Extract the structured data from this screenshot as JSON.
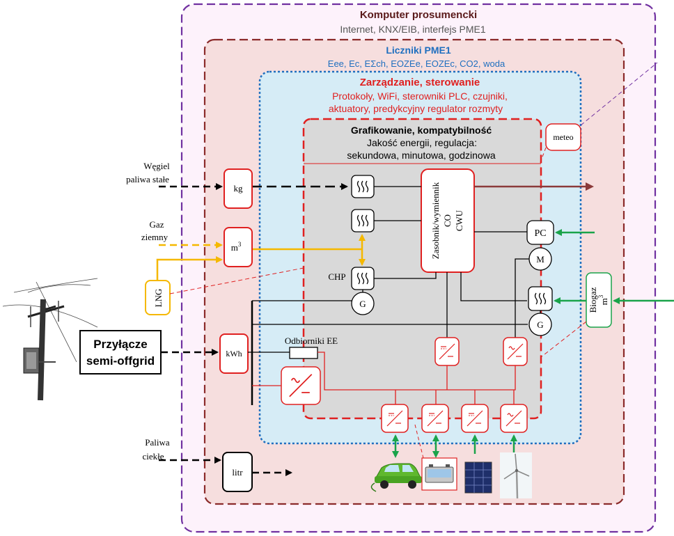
{
  "outer": {
    "title": "Komputer prosumencki",
    "subtitle": "Internet, KNX/EIB, interfejs PME1"
  },
  "meters": {
    "title": "Liczniki PME1",
    "subtitle": "Eee, Ec, EΣch, EOZEe, EOZEc, CO2, woda"
  },
  "management": {
    "title": "Zarządzanie, sterowanie",
    "line1": "Protokoły, WiFi, sterowniki PLC, czujniki,",
    "line2": "aktuatory, predykcyjny regulator rozmyty"
  },
  "graphing": {
    "title": "Grafikowanie, kompatybilność",
    "line1": "Jakość energii, regulacja:",
    "line2": "sekundowa, minutowa, godzinowa"
  },
  "labels": {
    "meteo": "meteo",
    "coal_1": "Węgiel",
    "coal_2": "paliwa stałe",
    "gas_1": "Gaz",
    "gas_2": "ziemny",
    "lng": "LNG",
    "grid_1": "Przyłącze",
    "grid_2": "semi-offgrid",
    "liquid_1": "Paliwa",
    "liquid_2": "ciekłe",
    "kg": "kg",
    "m3": "m",
    "m3_sup": "3",
    "kwh": "kWh",
    "litr": "litr",
    "chp": "CHP",
    "g": "G",
    "m": "M",
    "pc": "PC",
    "storage_1": "Zasobnik/wymiennik",
    "storage_2": "CO",
    "storage_3": "CWU",
    "receivers": "Odbiorniki EE",
    "biogas": "Biogaz",
    "biogas_m": "m",
    "biogas_sup": "3"
  },
  "colors": {
    "outer_border": "#7030a0",
    "meters_border": "#8b2a2a",
    "meters_title": "#1f6fbf",
    "management_border": "#1f6fbf",
    "management_title": "#e02020",
    "graphing_border": "#e02020",
    "gas_line": "#f5b800",
    "green_arrow": "#1aa34a",
    "heat_out": "#8b3a3a"
  }
}
